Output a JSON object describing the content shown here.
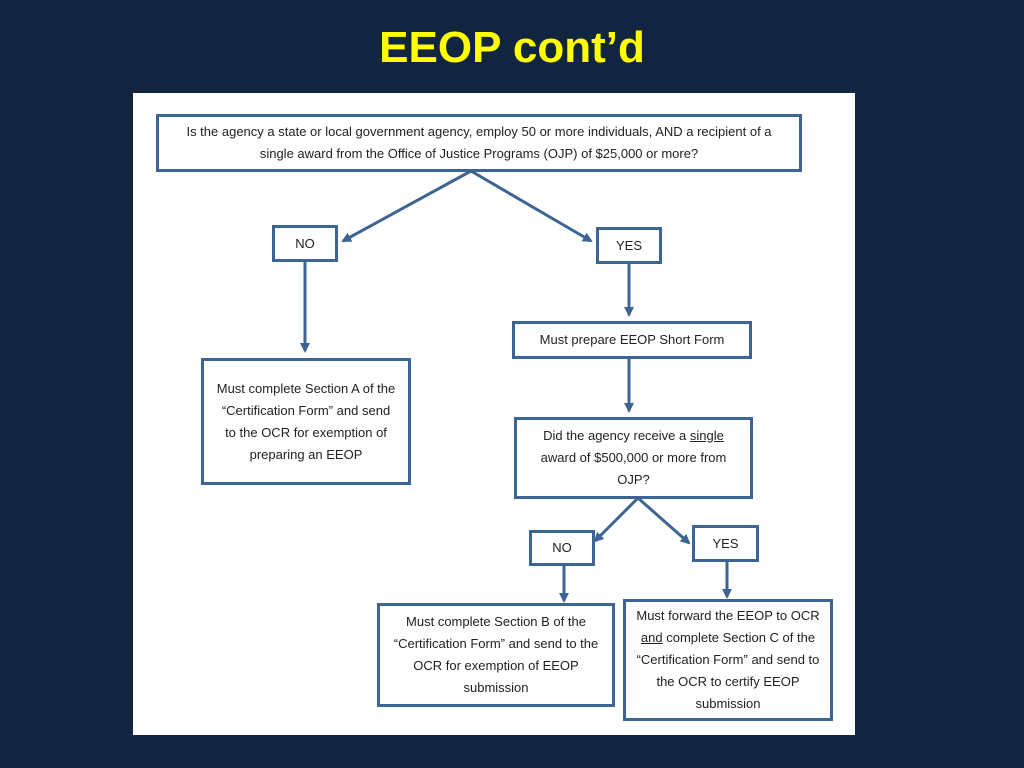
{
  "title": "EEOP cont’d",
  "flowchart": {
    "q1": "Is the agency a state or local government agency, employ 50 or more individuals, AND a recipient of a single award from the Office of Justice Programs (OJP) of $25,000 or more?",
    "no1": "NO",
    "yes1": "YES",
    "section_a": "Must complete Section A of the “Certification Form” and send to the OCR for exemption of preparing an EEOP",
    "short_form": "Must prepare EEOP Short Form",
    "q2": {
      "before": "Did the agency receive a ",
      "underlined": "single",
      "after": " award of $500,000 or more from OJP?"
    },
    "no2": "NO",
    "yes2": "YES",
    "section_b": "Must complete Section B of the “Certification Form” and send to the OCR for exemption of EEOP submission",
    "section_c": {
      "before": "Must forward the EEOP to OCR ",
      "underlined": "and",
      "after": " complete Section C of the “Certification Form” and send to the OCR to certify EEOP submission"
    }
  },
  "colors": {
    "background": "#112440",
    "title": "#ffff00",
    "box_border": "#3c6594",
    "arrow": "#3c6594"
  }
}
